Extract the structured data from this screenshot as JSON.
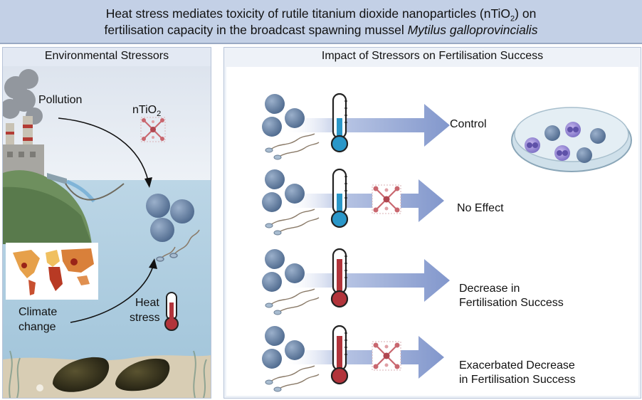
{
  "title": {
    "line1": "Heat stress mediates toxicity of rutile titanium dioxide nanoparticles (nTiO",
    "line1_sub": "2",
    "line1_end": ") on",
    "line2": "fertilisation capacity in the broadcast spawning mussel ",
    "line2_italic": "Mytilus galloprovincialis"
  },
  "left_panel": {
    "heading": "Environmental Stressors",
    "pollution_label": "Pollution",
    "nano_label": "nTiO",
    "nano_sub": "2",
    "climate_label_1": "Climate",
    "climate_label_2": "change",
    "heat_label_1": "Heat",
    "heat_label_2": "stress"
  },
  "right_panel": {
    "heading": "Impact of Stressors on Fertilisation Success",
    "rows": [
      {
        "outcome_1": "Control",
        "outcome_2": "",
        "thermo": "cold",
        "nano": false
      },
      {
        "outcome_1": "No Effect",
        "outcome_2": "",
        "thermo": "cold",
        "nano": true
      },
      {
        "outcome_1": "Decrease in",
        "outcome_2": "Fertilisation Success",
        "thermo": "hot",
        "nano": false
      },
      {
        "outcome_1": "Exacerbated Decrease",
        "outcome_2": "in Fertilisation Success",
        "thermo": "hot",
        "nano": true
      }
    ]
  },
  "colors": {
    "title_bg": "#c3d0e6",
    "water": "#b9d3e3",
    "egg": "#6f88a8",
    "arrow": "#8ea2cf",
    "thermo_cold": "#2a97c9",
    "thermo_hot": "#b2343b",
    "nano": "#c9676f"
  }
}
